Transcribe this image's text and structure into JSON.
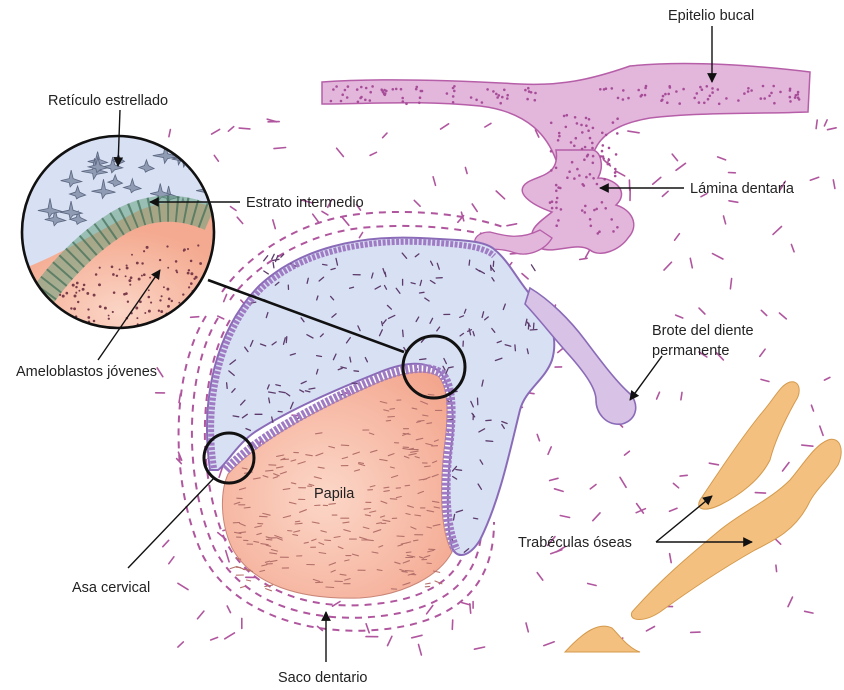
{
  "labels": {
    "epitelio_bucal": "Epitelio bucal",
    "reticulo_estrellado": "Retículo estrellado",
    "estrato_intermedio": "Estrato intermedio",
    "lamina_dentaria": "Lámina dentaria",
    "brote_line1": "Brote del diente",
    "brote_line2": "permanente",
    "ameloblastos_jovenes": "Ameloblastos jóvenes",
    "papila": "Papila",
    "trabeculas_oseas": "Trabéculas óseas",
    "asa_cervical": "Asa cervical",
    "saco_dentario": "Saco dentario"
  },
  "colors": {
    "epithelium": "#e3b6dc",
    "epithelium_outline": "#b65fa8",
    "stellate_reticulum": "#d8e0f3",
    "papilla": "#f6b39e",
    "bone": "#f4c07f",
    "dashes": "#b0569e",
    "text": "#222222"
  }
}
